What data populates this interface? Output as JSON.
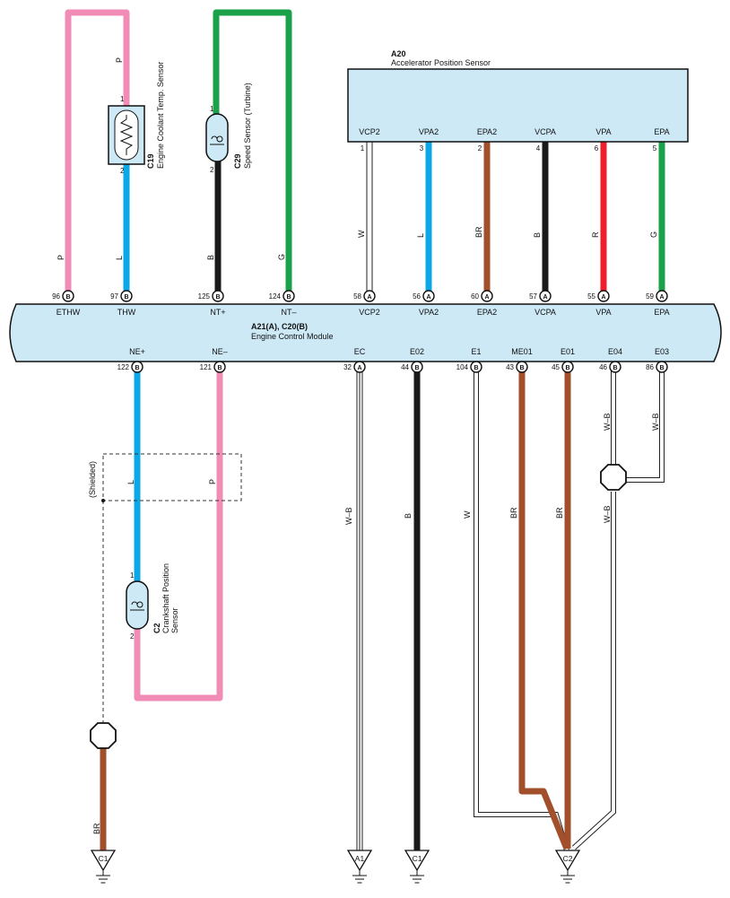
{
  "colors": {
    "pink": "#f08cb6",
    "blue": "#0aa8e6",
    "green": "#1aa14a",
    "black": "#1a1a1a",
    "brown": "#a24f2b",
    "red": "#ee1f2a",
    "ecm_fill": "#cde9f6"
  },
  "ecm": {
    "id": "A21(A), C20(B)",
    "name": "Engine Control Module"
  },
  "a20": {
    "id": "A20",
    "name": "Accelerator Position Sensor",
    "pins": [
      {
        "label": "VCP2",
        "num": "1",
        "wire": "W"
      },
      {
        "label": "VPA2",
        "num": "3",
        "wire": "L"
      },
      {
        "label": "EPA2",
        "num": "2",
        "wire": "BR"
      },
      {
        "label": "VCPA",
        "num": "4",
        "wire": "B"
      },
      {
        "label": "VPA",
        "num": "6",
        "wire": "R"
      },
      {
        "label": "EPA",
        "num": "5",
        "wire": "G"
      }
    ]
  },
  "c19": {
    "id": "C19",
    "name": "Engine Coolant Temp.  Sensor",
    "pin1": "1",
    "pin2": "2"
  },
  "c29": {
    "id": "C29",
    "name": "Speed Sensor (Turbine)",
    "pin1": "1",
    "pin2": "2"
  },
  "c2": {
    "id": "C2",
    "name_line1": "Crankshaft Position",
    "name_line2": "Sensor",
    "pin1": "1",
    "pin2": "2"
  },
  "shielded_label": "(Shielded)",
  "top_pins": [
    {
      "num": "96",
      "conn": "B",
      "label": "ETHW",
      "wire": "P"
    },
    {
      "num": "97",
      "conn": "B",
      "label": "THW",
      "wire": "L"
    },
    {
      "num": "125",
      "conn": "B",
      "label": "NT+",
      "wire": "B"
    },
    {
      "num": "124",
      "conn": "B",
      "label": "NT–",
      "wire": "G"
    },
    {
      "num": "58",
      "conn": "A",
      "label": "VCP2"
    },
    {
      "num": "56",
      "conn": "A",
      "label": "VPA2"
    },
    {
      "num": "60",
      "conn": "A",
      "label": "EPA2"
    },
    {
      "num": "57",
      "conn": "A",
      "label": "VCPA"
    },
    {
      "num": "55",
      "conn": "A",
      "label": "VPA"
    },
    {
      "num": "59",
      "conn": "A",
      "label": "EPA"
    }
  ],
  "upper_wire_labels": {
    "p": "P",
    "l": "L"
  },
  "bottom_pins": [
    {
      "num": "122",
      "conn": "B",
      "label": "NE+",
      "wire": "L"
    },
    {
      "num": "121",
      "conn": "B",
      "label": "NE–",
      "wire": "P"
    },
    {
      "num": "32",
      "conn": "A",
      "label": "EC",
      "wire": "W–B"
    },
    {
      "num": "44",
      "conn": "B",
      "label": "E02",
      "wire": "B"
    },
    {
      "num": "104",
      "conn": "B",
      "label": "E1",
      "wire": "W"
    },
    {
      "num": "43",
      "conn": "B",
      "label": "ME01",
      "wire": "BR"
    },
    {
      "num": "45",
      "conn": "B",
      "label": "E01",
      "wire": "BR"
    },
    {
      "num": "46",
      "conn": "B",
      "label": "E04",
      "wire": "W–B"
    },
    {
      "num": "86",
      "conn": "B",
      "label": "E03",
      "wire": "W–B"
    }
  ],
  "lower_wire_labels": {
    "e04_e03_joined": "W–B",
    "c1_left": "BR"
  },
  "grounds": [
    "C1",
    "A1",
    "C1",
    "C2"
  ]
}
